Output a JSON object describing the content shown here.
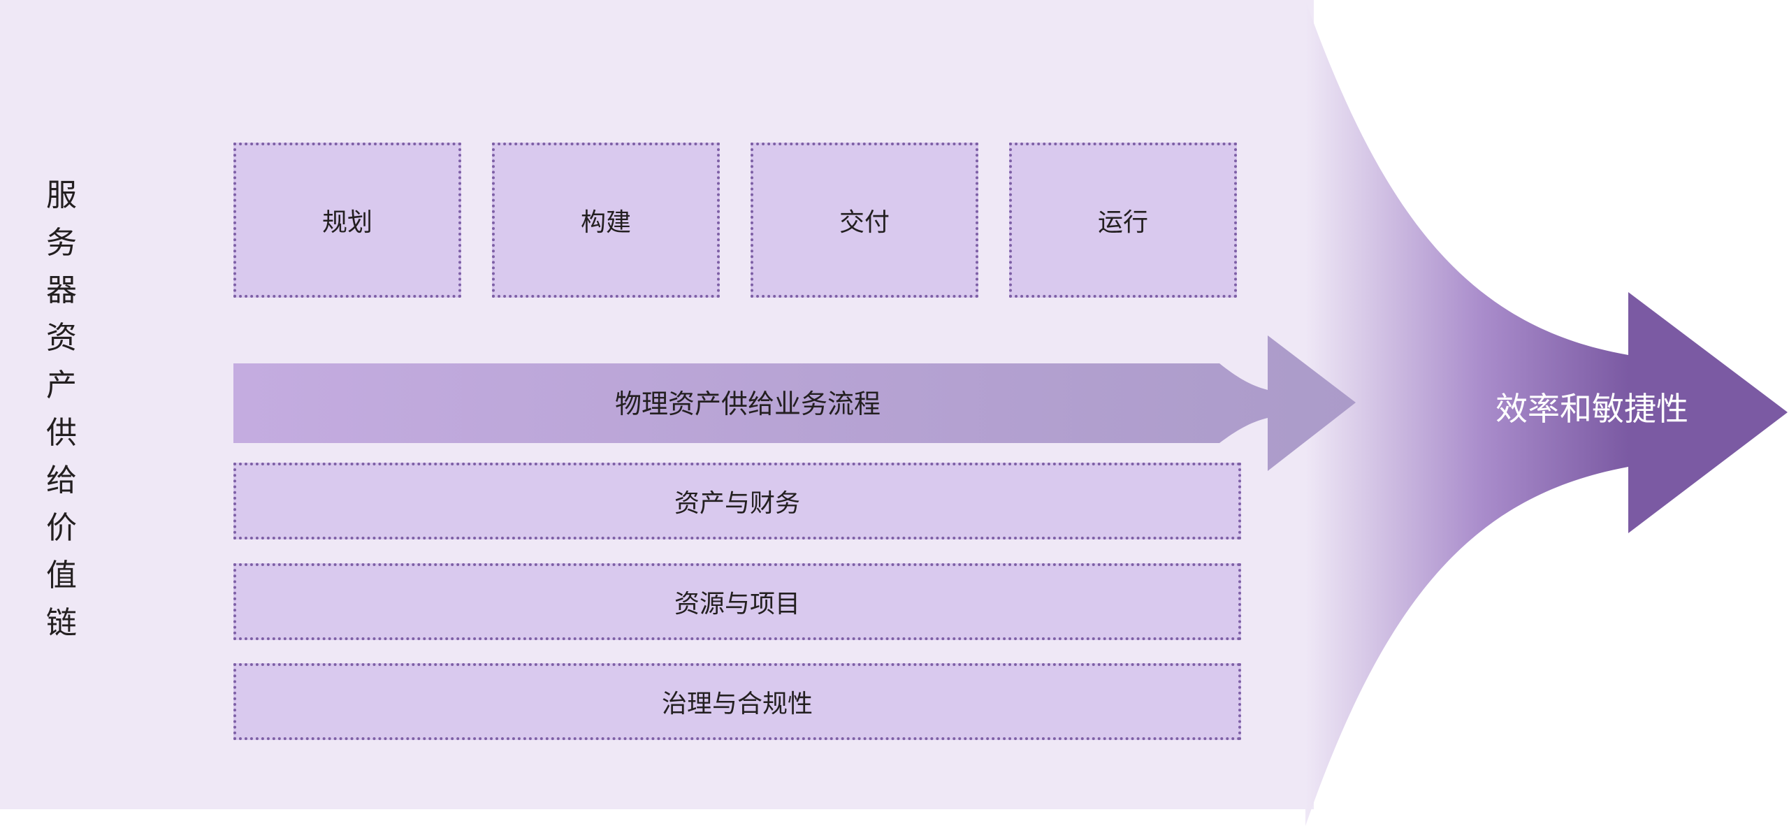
{
  "side_title": "服务器资产供给价值链",
  "stages": [
    "规划",
    "构建",
    "交付",
    "运行"
  ],
  "flow_label": "物理资产供给业务流程",
  "rows": [
    "资产与财务",
    "资源与项目",
    "治理与合规性"
  ],
  "outcome_label": "效率和敏捷性",
  "colors": {
    "panel_bg": "#efe8f6",
    "box_fill": "#d9c9ee",
    "box_border": "#7d5fa5",
    "flow_arrow_start": "#c4ace0",
    "flow_arrow_end": "#ab9bc9",
    "outcome_arrow": "#7b5aa3",
    "text_dark": "#231f20",
    "text_light": "#ffffff"
  }
}
